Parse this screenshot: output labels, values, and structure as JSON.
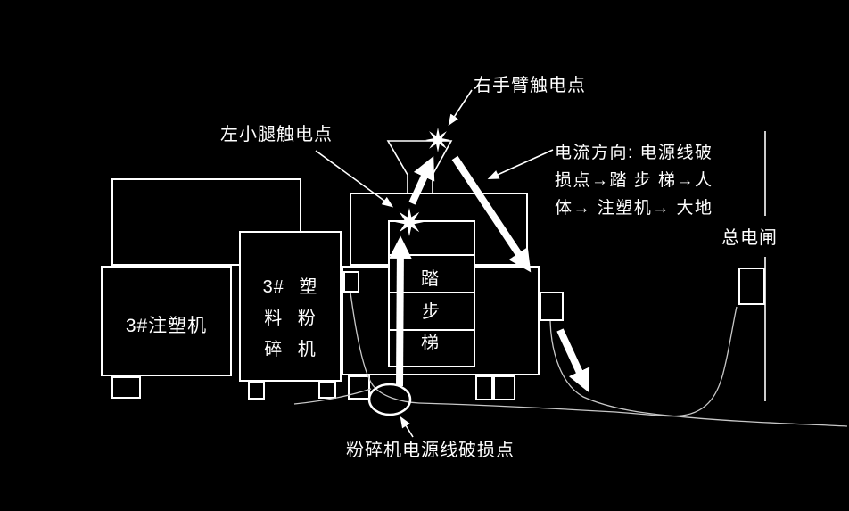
{
  "colors": {
    "background": "#000000",
    "line": "#ffffff",
    "cable": "#c8c8c8"
  },
  "labels": {
    "right_arm_contact": "右手臂触电点",
    "left_calf_contact": "左小腿触电点",
    "current_direction_line1": "电流方向: 电源线破",
    "current_direction_line2": "损点→踏 步 梯→人",
    "current_direction_line3": "体→ 注塑机→ 大地",
    "main_switch": "总电闸",
    "injection_machine": "3#注塑机",
    "crusher_line1": "3# 塑",
    "crusher_line2": "料 粉",
    "crusher_line3": "碎 机",
    "ladder_char1": "踏",
    "ladder_char2": "步",
    "ladder_char3": "梯",
    "cable_damage_point": "粉碎机电源线破损点"
  }
}
